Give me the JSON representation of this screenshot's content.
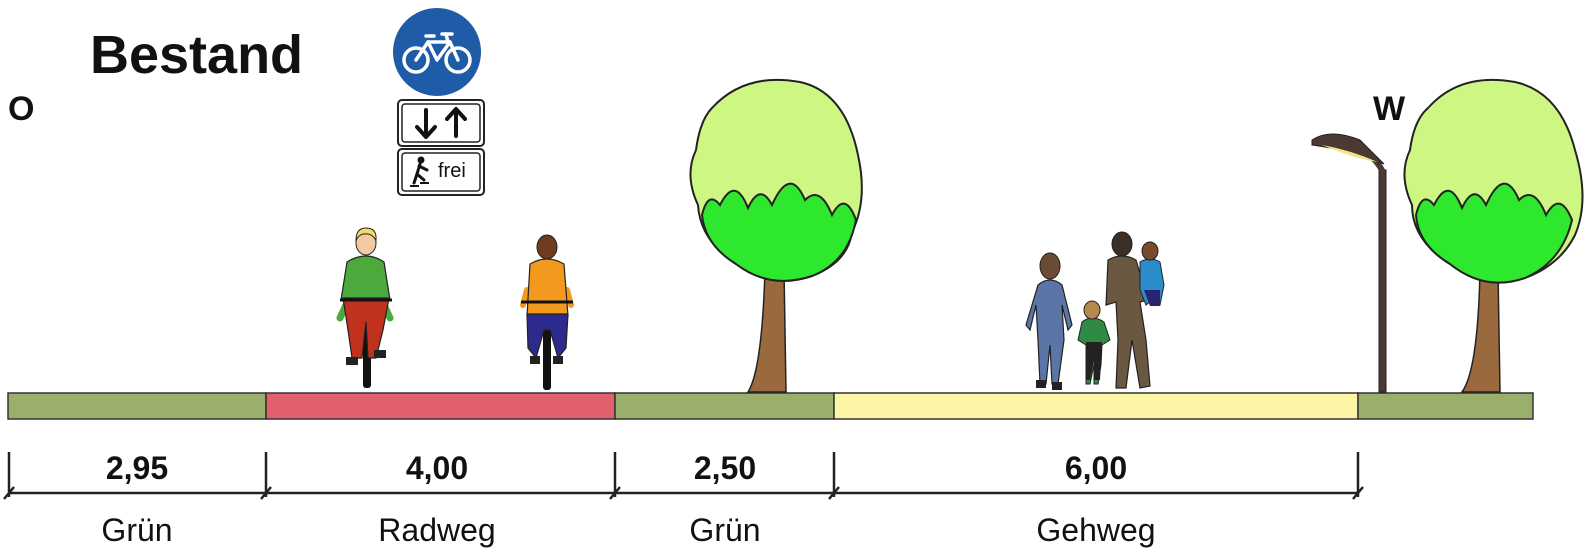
{
  "title": "Bestand",
  "direction": {
    "left": "O",
    "right": "W"
  },
  "signs": {
    "bicycle_sign": "bicycle-path-sign",
    "arrows_sign": "two-way-arrows-sign",
    "inline_sign_text": "frei"
  },
  "colors": {
    "gruen": "#9aaf6b",
    "radweg": "#e0606f",
    "gehweg": "#fdf5a6",
    "sign_blue": "#1f5ca8",
    "tree_light": "#cdf782",
    "tree_dark": "#2ee82e",
    "trunk": "#9a6a3e"
  },
  "segments": [
    {
      "width": "2,95",
      "label": "Grün"
    },
    {
      "width": "4,00",
      "label": "Radweg"
    },
    {
      "width": "2,50",
      "label": "Grün"
    },
    {
      "width": "6,00",
      "label": "Gehweg"
    },
    {
      "width": "",
      "label": ""
    }
  ]
}
